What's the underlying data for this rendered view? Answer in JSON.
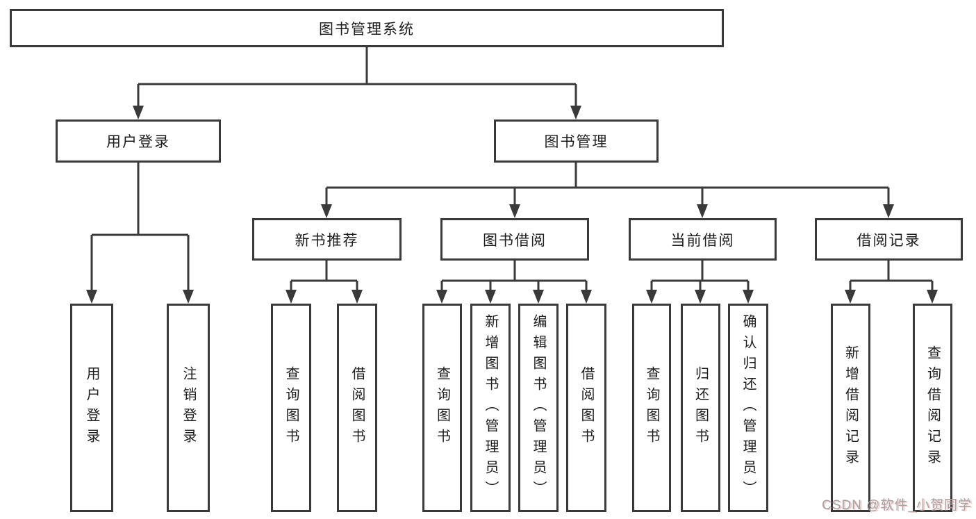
{
  "diagram": {
    "tree": {
      "label": "图书管理系统",
      "children": [
        {
          "label": "用户登录",
          "children": [
            {
              "label": "用户登录"
            },
            {
              "label": "注销登录"
            }
          ]
        },
        {
          "label": "图书管理",
          "children": [
            {
              "label": "新书推荐",
              "children": [
                {
                  "label": "查询图书"
                },
                {
                  "label": "借阅图书"
                }
              ]
            },
            {
              "label": "图书借阅",
              "children": [
                {
                  "label": "查询图书"
                },
                {
                  "label": "新增图书（管理员）"
                },
                {
                  "label": "编辑图书（管理员）"
                },
                {
                  "label": "借阅图书"
                }
              ]
            },
            {
              "label": "当前借阅",
              "children": [
                {
                  "label": "查询图书"
                },
                {
                  "label": "归还图书"
                },
                {
                  "label": "确认归还（管理员）"
                }
              ]
            },
            {
              "label": "借阅记录",
              "children": [
                {
                  "label": "新增借阅记录"
                },
                {
                  "label": "查询借阅记录"
                }
              ]
            }
          ]
        }
      ]
    }
  },
  "watermark": {
    "text": "CSDN @软件_小贺同学"
  },
  "colors": {
    "line": "#3a3a3a",
    "text": "#1d1d1d",
    "box_fill": "#ffffff",
    "watermark": "#a6a2a2"
  }
}
